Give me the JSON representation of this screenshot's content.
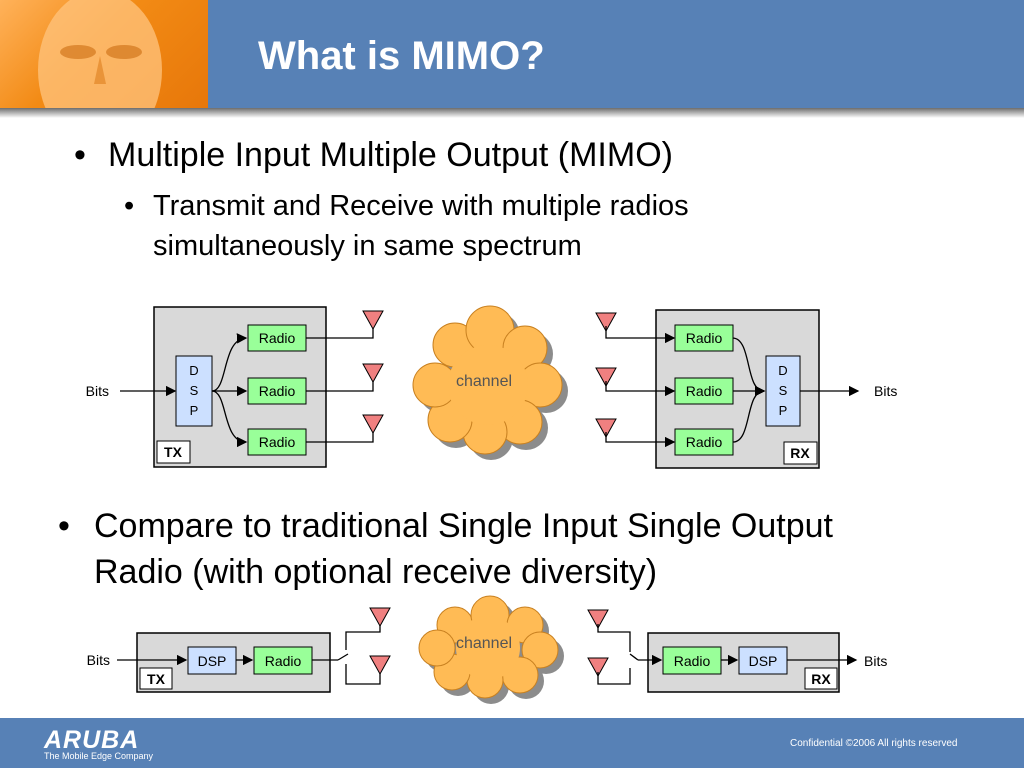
{
  "slide": {
    "title": "What is MIMO?",
    "bullet1": "Multiple Input Multiple Output (MIMO)",
    "sub1_line1": "Transmit and Receive with multiple radios",
    "sub1_line2": "simultaneously in same spectrum",
    "bullet2_line1": "Compare to traditional Single Input Single Output",
    "bullet2_line2": "Radio (with optional receive diversity)",
    "bullet_glyph": "•"
  },
  "mimo_diagram": {
    "bits_left": "Bits",
    "bits_right": "Bits",
    "dsp": [
      "D",
      "S",
      "P"
    ],
    "radio": "Radio",
    "channel": "channel",
    "tx": "TX",
    "rx": "RX"
  },
  "siso_diagram": {
    "bits_left": "Bits",
    "bits_right": "Bits",
    "dsp": "DSP",
    "radio": "Radio",
    "channel": "channel",
    "tx": "TX",
    "rx": "RX"
  },
  "footer": {
    "logo": "ARUBA",
    "tagline": "The Mobile Edge Company",
    "confidential": "Confidential  ©2006 All rights reserved"
  },
  "colors": {
    "header_blue": "#5781b6",
    "radio_green": "#99ff99",
    "dsp_blue": "#cce0ff",
    "box_gray": "#d9d9d9",
    "antenna_red": "#f08080",
    "cloud_orange": "#ffbb55"
  }
}
